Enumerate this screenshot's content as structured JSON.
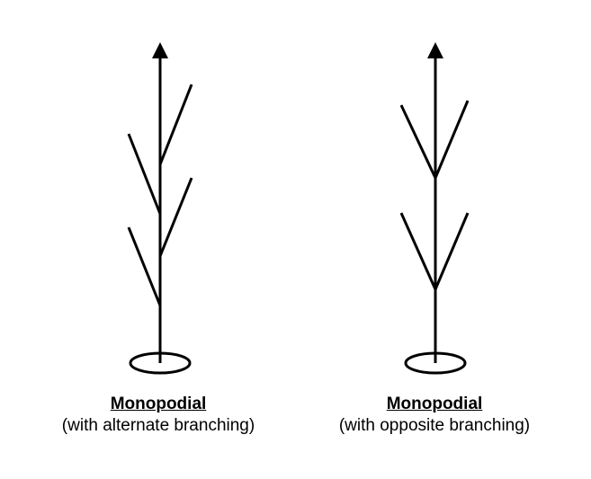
{
  "diagrams": [
    {
      "title": "Monopodial",
      "subtitle": "(with alternate branching)",
      "branching": "alternate"
    },
    {
      "title": "Monopodial",
      "subtitle": "(with opposite branching)",
      "branching": "opposite"
    }
  ],
  "colors": {
    "stroke": "#000000",
    "background": "#ffffff"
  }
}
